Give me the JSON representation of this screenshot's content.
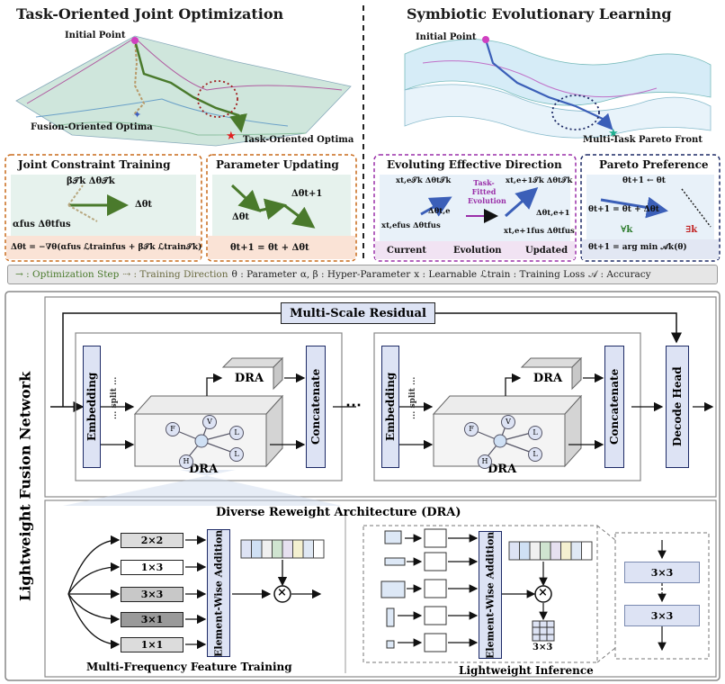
{
  "top": {
    "left_title": "Task-Oriented Joint Optimization",
    "right_title": "Symbiotic Evolutionary Learning",
    "initial_point_left": "Initial Point",
    "fusion_optima": "Fusion-Oriented Optima",
    "task_optima": "Task-Oriented Optima",
    "initial_point_right": "Initial Point",
    "pareto_front": "Multi-Task Pareto Front"
  },
  "panels": {
    "joint": {
      "title": "Joint Constraint Training",
      "beta_term": "β𝒯k Δθ𝒯k",
      "alpha_term": "αfus Δθtfus",
      "delta": "Δθt",
      "formula": "Δθt = −∇θ(αfus ℒtrainfus + β𝒯k ℒtrain𝒯k)"
    },
    "update": {
      "title": "Parameter Updating",
      "delta_t": "Δθt",
      "delta_t1": "Δθt+1",
      "formula": "θt+1 = θt + Δθt"
    },
    "evolve": {
      "title": "Evoluting Effective Direction",
      "x_task": "xt,e𝒯k Δθt𝒯k",
      "x_fus": "xt,efus Δθtfus",
      "delta_te": "Δθt,e",
      "middle": "Task-Fitted Evolution",
      "x_task_upd": "xt,e+1𝒯k Δθt𝒯k",
      "x_fus_upd": "xt,e+1fus Δθtfus",
      "delta_te1": "Δθt,e+1",
      "current": "Current",
      "evolution": "Evolution",
      "updated": "Updated"
    },
    "pareto": {
      "title": "Pareto Preference",
      "top_formula": "θt+1 ← θt",
      "mid_formula": "θt+1 = θt + Δθt",
      "forall": "∀k",
      "exists": "∃k",
      "bottom_formula": "θt+1 = arg min 𝒜k(θ)"
    }
  },
  "legend": [
    "→ : Optimization Step",
    "⇢ : Training Direction",
    "θ : Parameter",
    "α, β : Hyper-Parameter",
    "x : Learnable",
    "ℒtrain : Training Loss",
    "𝒜 : Accuracy"
  ],
  "network": {
    "side_label": "Lightweight Fusion Network",
    "residual": "Multi-Scale Residual",
    "embedding": "Embedding",
    "split": "... split ...",
    "dra": "DRA",
    "concatenate": "Concatenate",
    "ellipsis": "⋯",
    "decode": "Decode Head",
    "nodes": [
      "F",
      "V",
      "L",
      "H",
      "L"
    ]
  },
  "dra_detail": {
    "title": "Diverse Reweight Architecture (DRA)",
    "kernels": [
      "2×2",
      "1×3",
      "3×3",
      "3×1",
      "1×1"
    ],
    "ewa": "Element-Wise Addition",
    "times": "×",
    "left_caption": "Multi-Frequency Feature Training",
    "right_caption": "Lightweight Inference",
    "result": "3×3",
    "zoom_top": "3×3",
    "zoom_bottom": "3×3"
  },
  "colors": {
    "green": "#4a7a2c",
    "orange": "#c96a1a",
    "purple": "#9a2fa8",
    "navy": "#1d2a66",
    "light_blue": "#dde3f4"
  }
}
